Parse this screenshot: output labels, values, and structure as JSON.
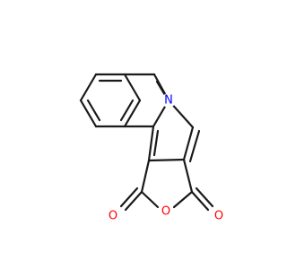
{
  "molecule": {
    "atoms": {
      "nitrogen": {
        "symbol": "N",
        "color": "#0000ff"
      },
      "ring_oxygen": {
        "symbol": "O",
        "color": "#ff0000"
      },
      "carbonyl_oxygen_left": {
        "symbol": "O",
        "color": "#ff0000"
      },
      "carbonyl_oxygen_right": {
        "symbol": "O",
        "color": "#ff0000"
      }
    },
    "bond_color": "#1a1a1a"
  }
}
